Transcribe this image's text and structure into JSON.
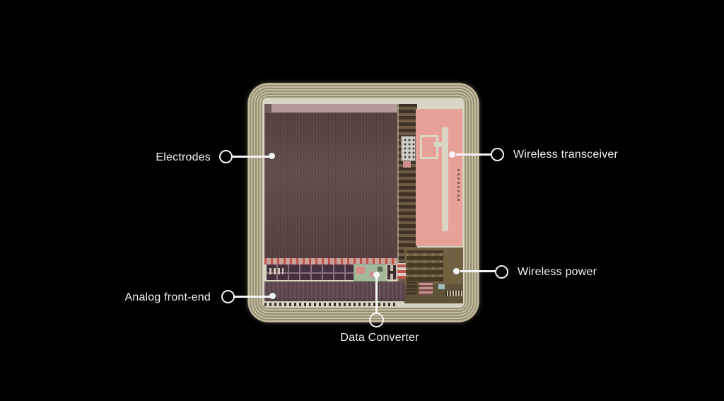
{
  "colors": {
    "background": "#000000",
    "label_text": "#f2f2f2",
    "callout": "#f5f5f5",
    "coil_base": "#968d73",
    "coil_line": "#c4bfa2",
    "die_surface": "#d8d5c3",
    "electrode_array": "#594441",
    "electrode_band": "#b29a96",
    "transceiver": "#e8a199",
    "transceiver_slot": "#d9d6c4",
    "mid_column": "#6e5b46",
    "mid_column_dark": "#3f3326",
    "power_block": "#6f6142",
    "power_bar": "#463924",
    "afe_block": "#46313f",
    "afe_grid": "#8d6f7d",
    "afe_strip": "#5c464e",
    "pad_band": "#c8a09a",
    "pad_red": "#bf544c",
    "dc_block": "#a3b99b",
    "dc_pink": "#d98c84",
    "teal": "#9fc0bd",
    "pink_array": "#c9928c"
  },
  "annotations": [
    {
      "label": "Electrodes",
      "side": "left"
    },
    {
      "label": "Wireless transceiver",
      "side": "right"
    },
    {
      "label": "Wireless power",
      "side": "right"
    },
    {
      "label": "Analog front-end",
      "side": "left"
    },
    {
      "label": "Data Converter",
      "side": "bottom"
    }
  ]
}
